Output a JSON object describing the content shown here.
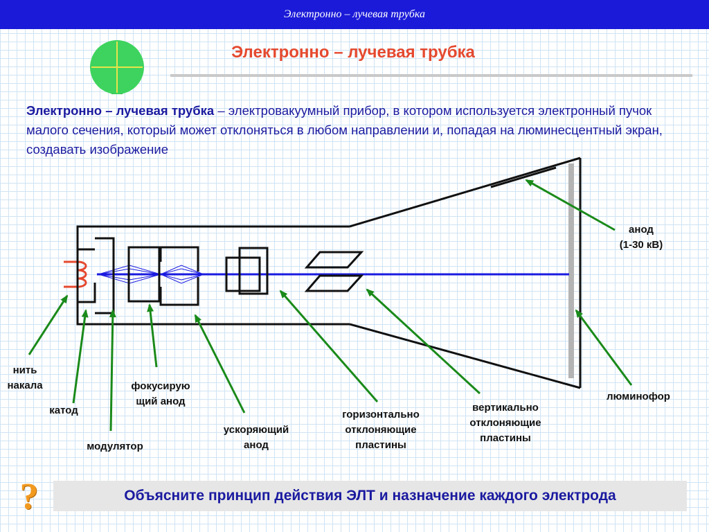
{
  "header": {
    "banner": "Электронно – лучевая трубка"
  },
  "title": "Электронно – лучевая трубка",
  "definition": {
    "term": "Электронно – лучевая трубка",
    "text": " – электровакуумный прибор, в котором используется электронный пучок малого сечения, который может отклоняться в любом направлении и, попадая на люминесцентный экран, создавать изображение"
  },
  "labels": {
    "filament": "нить\nнакала",
    "cathode": "катод",
    "modulator": "модулятор",
    "focusing_anode": "фокусирую\nщий анод",
    "accelerating_anode": "ускоряющий\nанод",
    "horizontal_plates": "горизонтально\nотклоняющие\nпластины",
    "vertical_plates": "вертикально\nотклоняющие\nпластины",
    "anode": "анод\n(1-30 кВ)",
    "phosphor": "люминофор"
  },
  "question": "Объясните принцип действия  ЭЛТ и назначение каждого электрода",
  "icons": {
    "logo": "crt-screen-icon",
    "question": "question-mark-icon"
  },
  "colors": {
    "banner": "#1a1ad8",
    "title": "#e5492f",
    "text": "#1a1aa0",
    "beam": "#1a1ae0",
    "arrow": "#1a8a1a",
    "filament": "#e5492f",
    "screen": "#b4b4b4"
  }
}
